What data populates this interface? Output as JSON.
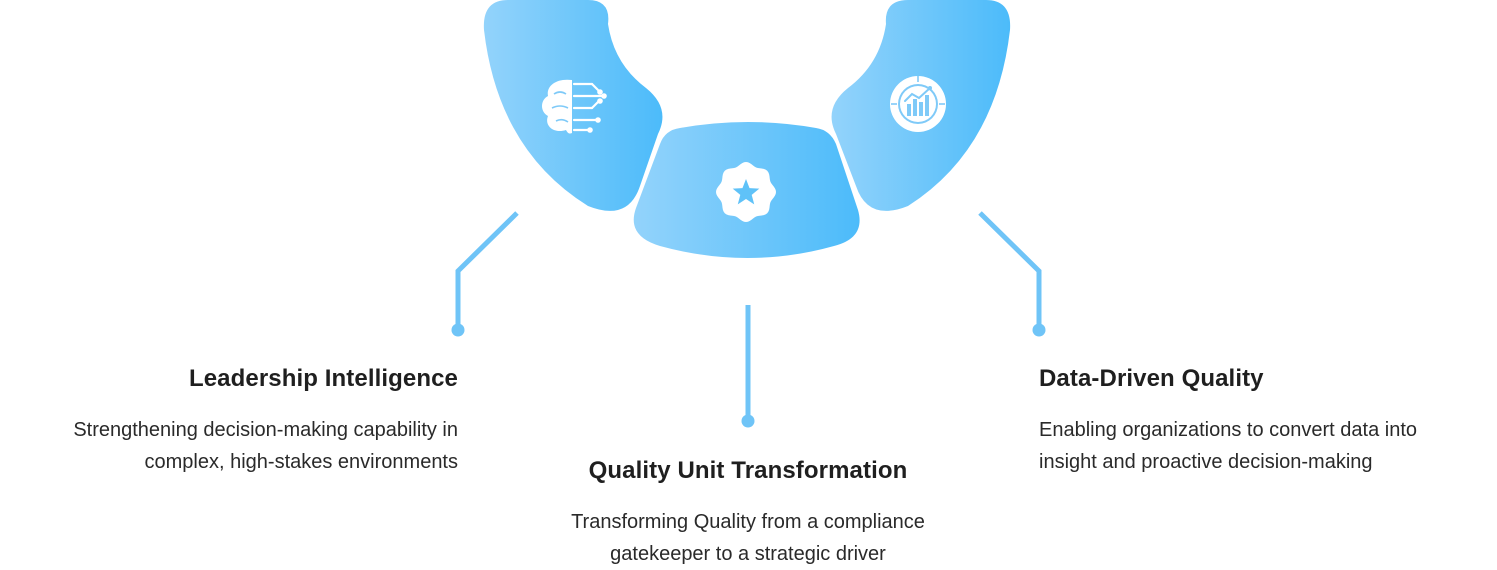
{
  "colors": {
    "segment_light": "#93d3fb",
    "segment_dark": "#4cbbfa",
    "connector": "#6fc4f7",
    "icon": "#ffffff",
    "text": "#1f1f1f"
  },
  "segments": [
    {
      "icon": "brain-circuit-icon"
    },
    {
      "icon": "star-badge-icon"
    },
    {
      "icon": "data-chart-icon"
    }
  ],
  "blocks": {
    "left": {
      "title": "Leadership Intelligence",
      "desc_line1": "Strengthening decision-making capability in",
      "desc_line2": "complex, high-stakes environments"
    },
    "center": {
      "title": "Quality Unit Transformation",
      "desc_line1": "Transforming Quality from a compliance",
      "desc_line2": "gatekeeper to a strategic driver"
    },
    "right": {
      "title": "Data-Driven Quality",
      "desc_line1": "Enabling organizations to convert data into",
      "desc_line2": "insight and proactive decision-making"
    }
  }
}
